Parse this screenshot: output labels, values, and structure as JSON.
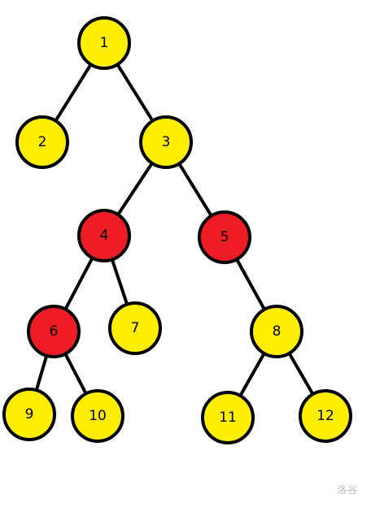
{
  "colors": {
    "default_node": "#ffee00",
    "highlight_node": "#ee1c24",
    "outline": "#000000",
    "watermark": "#b8b8b8"
  },
  "nodes": [
    {
      "id": "1",
      "label": "1",
      "highlighted": false
    },
    {
      "id": "2",
      "label": "2",
      "highlighted": false
    },
    {
      "id": "3",
      "label": "3",
      "highlighted": false
    },
    {
      "id": "4",
      "label": "4",
      "highlighted": true
    },
    {
      "id": "5",
      "label": "5",
      "highlighted": true
    },
    {
      "id": "6",
      "label": "6",
      "highlighted": true
    },
    {
      "id": "7",
      "label": "7",
      "highlighted": false
    },
    {
      "id": "8",
      "label": "8",
      "highlighted": false
    },
    {
      "id": "9",
      "label": "9",
      "highlighted": false
    },
    {
      "id": "10",
      "label": "10",
      "highlighted": false
    },
    {
      "id": "11",
      "label": "11",
      "highlighted": false
    },
    {
      "id": "12",
      "label": "12",
      "highlighted": false
    }
  ],
  "edges": [
    {
      "from": "1",
      "to": "2"
    },
    {
      "from": "1",
      "to": "3"
    },
    {
      "from": "3",
      "to": "4"
    },
    {
      "from": "3",
      "to": "5"
    },
    {
      "from": "4",
      "to": "6"
    },
    {
      "from": "4",
      "to": "7"
    },
    {
      "from": "5",
      "to": "8"
    },
    {
      "from": "6",
      "to": "9"
    },
    {
      "from": "6",
      "to": "10"
    },
    {
      "from": "8",
      "to": "11"
    },
    {
      "from": "8",
      "to": "12"
    }
  ],
  "watermark": {
    "text": "洛谷"
  }
}
